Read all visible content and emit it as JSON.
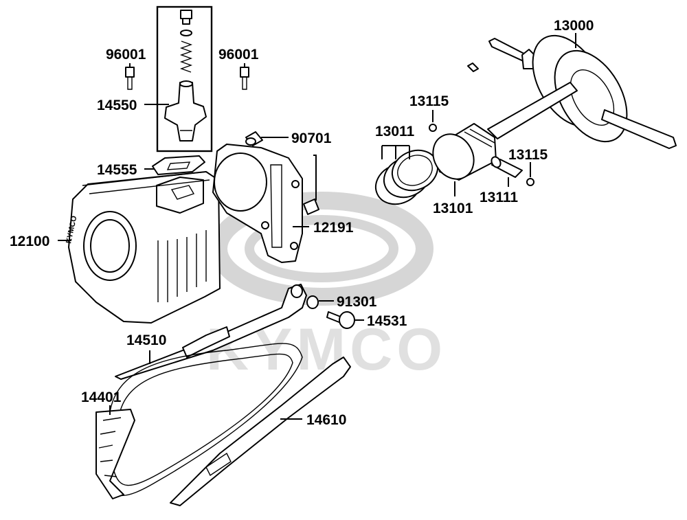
{
  "watermark": {
    "text": "KYMCO"
  },
  "cylinder_marking": "KYMCO",
  "parts": [
    {
      "id": "p96001a",
      "number": "96001"
    },
    {
      "id": "p96001b",
      "number": "96001"
    },
    {
      "id": "p14550",
      "number": "14550"
    },
    {
      "id": "p14555",
      "number": "14555"
    },
    {
      "id": "p12100",
      "number": "12100"
    },
    {
      "id": "p90701",
      "number": "90701"
    },
    {
      "id": "p12191",
      "number": "12191"
    },
    {
      "id": "p13000",
      "number": "13000"
    },
    {
      "id": "p13115a",
      "number": "13115"
    },
    {
      "id": "p13011",
      "number": "13011"
    },
    {
      "id": "p13115b",
      "number": "13115"
    },
    {
      "id": "p13111",
      "number": "13111"
    },
    {
      "id": "p13101",
      "number": "13101"
    },
    {
      "id": "p91301",
      "number": "91301"
    },
    {
      "id": "p14531",
      "number": "14531"
    },
    {
      "id": "p14510",
      "number": "14510"
    },
    {
      "id": "p14401",
      "number": "14401"
    },
    {
      "id": "p14610",
      "number": "14610"
    }
  ]
}
